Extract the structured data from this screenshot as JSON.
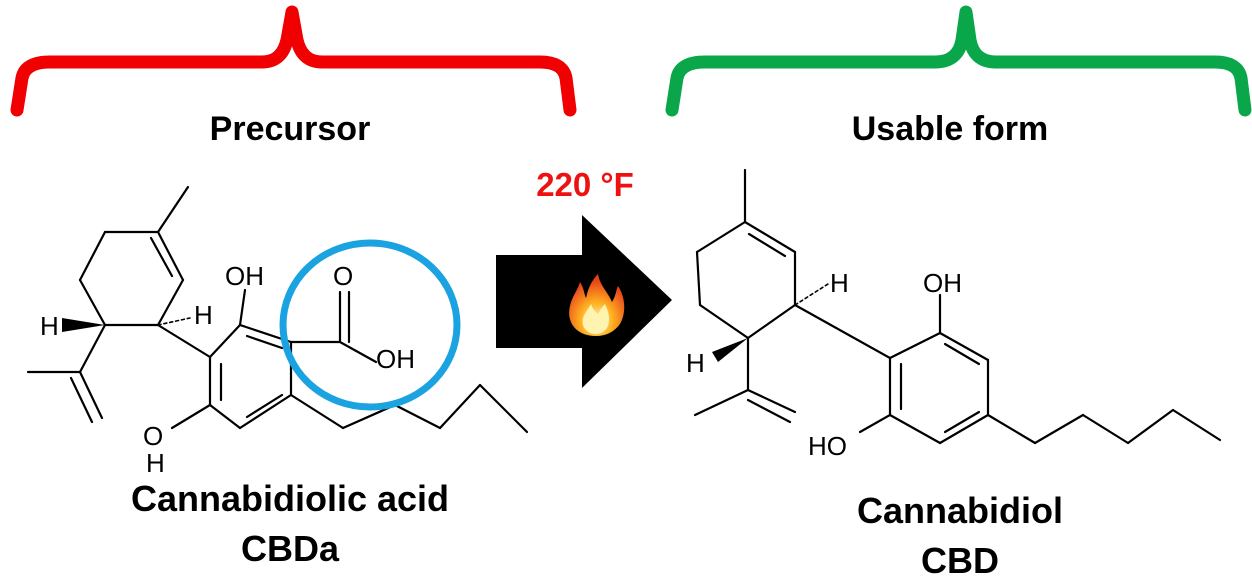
{
  "left": {
    "heading": "Precursor",
    "name": "Cannabidiolic acid",
    "abbrev": "CBDa",
    "atoms": [
      "OH",
      "O",
      "OH",
      "H",
      "H",
      "O",
      "H"
    ],
    "bracket_color": "#f00000"
  },
  "right": {
    "heading": "Usable form",
    "name": "Cannabidiol",
    "abbrev": "CBD",
    "atoms": [
      "OH",
      "H",
      "H",
      "HO"
    ],
    "bracket_color": "#0aa64a"
  },
  "temperature": {
    "text": "220 °F",
    "color": "#ee1111"
  },
  "highlight_color": "#1aa3e0",
  "icons": [
    "fire-icon"
  ]
}
